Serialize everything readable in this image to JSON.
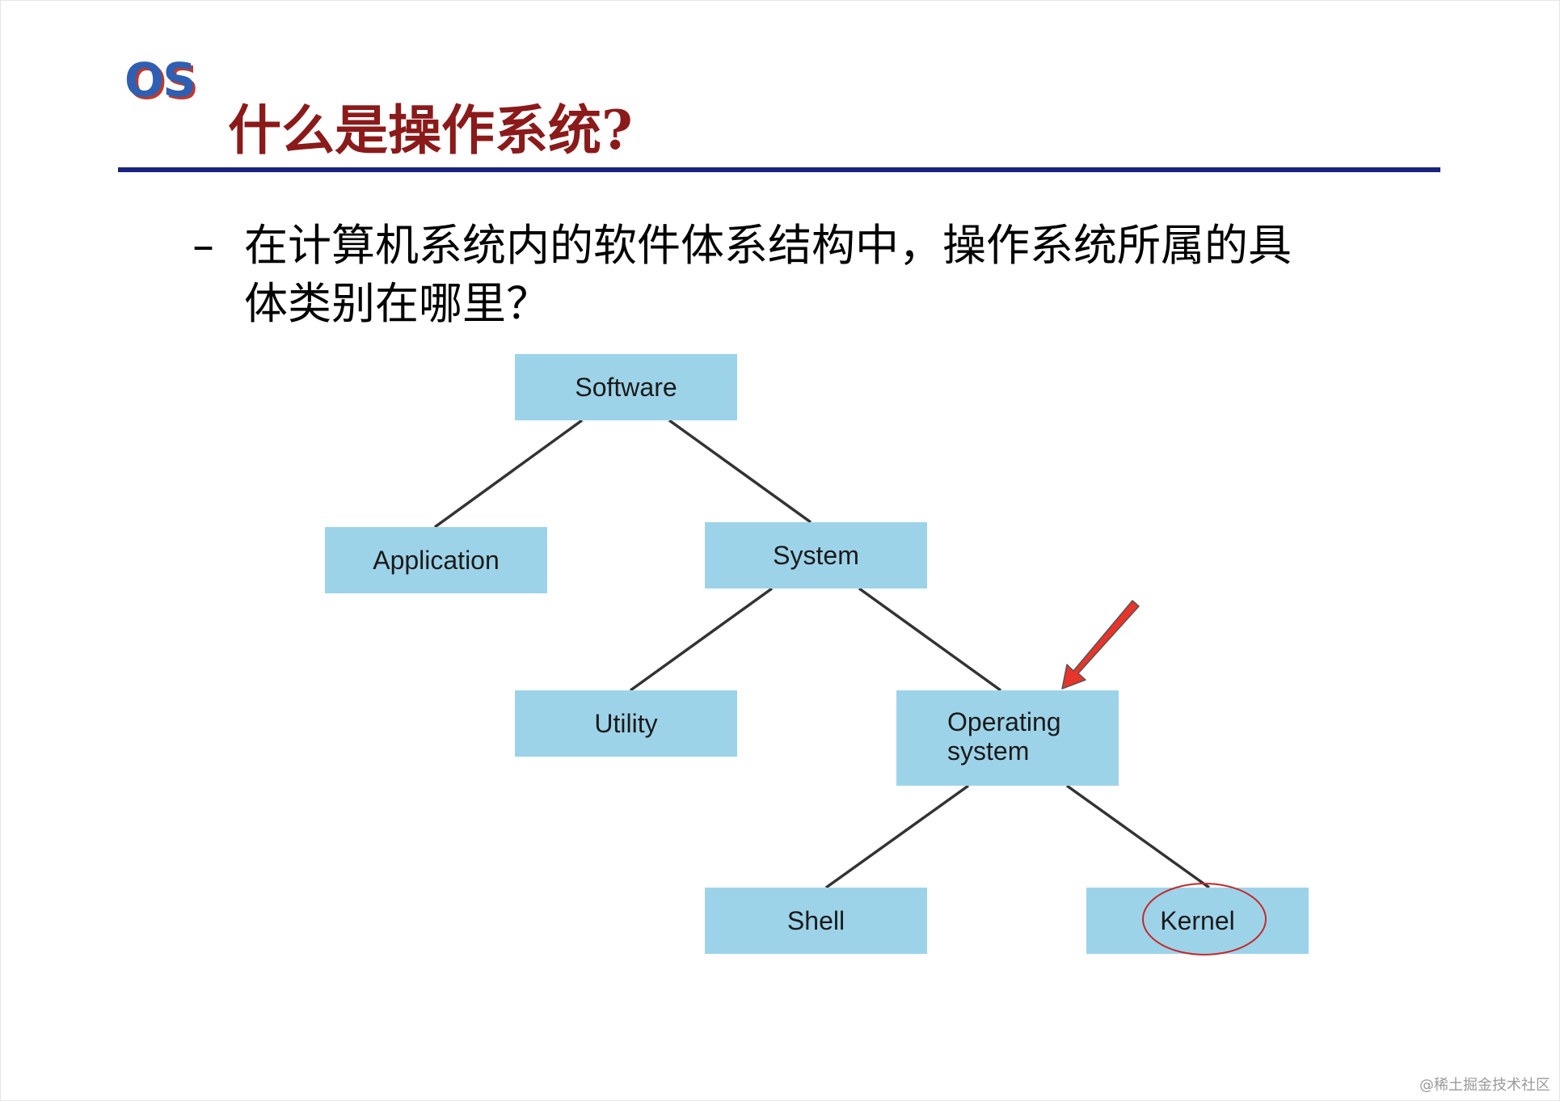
{
  "logo": {
    "text": "OS"
  },
  "title": "什么是操作系统?",
  "question": {
    "bullet": "–",
    "text": "在计算机系统内的软件体系结构中，操作系统所属的具体类别在哪里？"
  },
  "diagram": {
    "nodes": [
      {
        "id": "software",
        "lines": [
          "Software"
        ]
      },
      {
        "id": "application",
        "lines": [
          "Application"
        ]
      },
      {
        "id": "system",
        "lines": [
          "System"
        ]
      },
      {
        "id": "utility",
        "lines": [
          "Utility"
        ]
      },
      {
        "id": "operating-system",
        "lines": [
          "Operating",
          "system"
        ]
      },
      {
        "id": "shell",
        "lines": [
          "Shell"
        ]
      },
      {
        "id": "kernel",
        "lines": [
          "Kernel"
        ]
      }
    ],
    "edges": [
      [
        "software",
        "application"
      ],
      [
        "software",
        "system"
      ],
      [
        "system",
        "utility"
      ],
      [
        "system",
        "operating-system"
      ],
      [
        "operating-system",
        "shell"
      ],
      [
        "operating-system",
        "kernel"
      ]
    ],
    "highlight_arrow_target": "operating-system",
    "circled_node": "kernel",
    "colors": {
      "box": "#9dd3e8",
      "edge": "#333333",
      "arrow": "#e8342a",
      "circle": "#c62828"
    }
  },
  "watermark": "@稀土掘金技术社区"
}
